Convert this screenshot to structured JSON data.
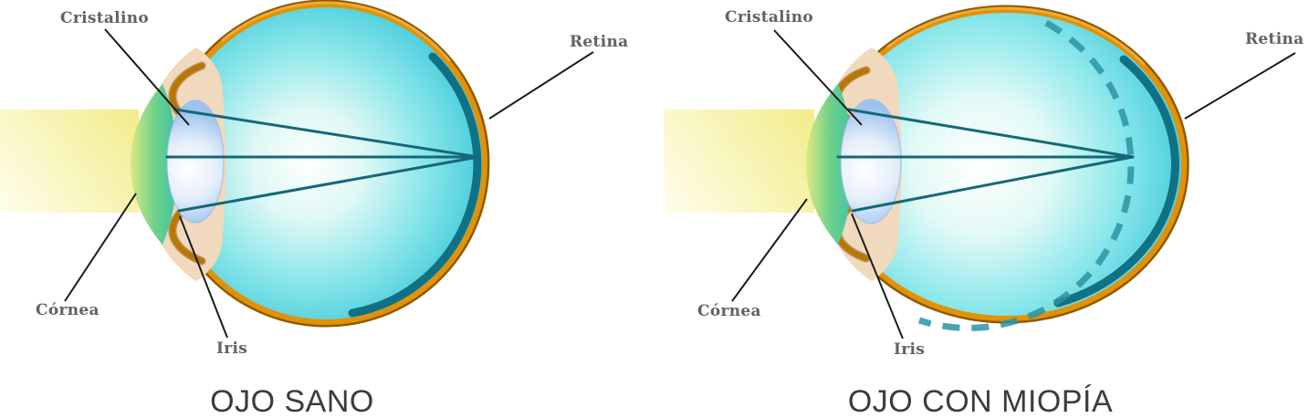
{
  "panels": {
    "healthy": {
      "caption": "OJO SANO",
      "labels": {
        "cristalino": "Cristalino",
        "retina": "Retina",
        "cornea": "Córnea",
        "iris": "Iris"
      }
    },
    "myopia": {
      "caption": "OJO CON MIOPÍA",
      "labels": {
        "cristalino": "Cristalino",
        "retina": "Retina",
        "cornea": "Córnea",
        "iris": "Iris"
      }
    }
  },
  "colors": {
    "background": "#FFFFFF",
    "sclera_rim_orange": "#E29108",
    "sclera_rim_dark": "#8F5B02",
    "sclera_rim_highlight": "#F6B84A",
    "eye_interior_edge": "#2EC3D8",
    "eye_interior_center": "#FEFFFE",
    "retina_lining": "#0D6B80",
    "normal_eye_dashed_outline": "#2B93A4",
    "light_beam_yellow": "#F1EC85",
    "light_ray_teal": "#156879",
    "cornea_green": "#6FD18C",
    "lens_blue": "#9DC3EE",
    "front_sclera_beige": "#F0D9BC",
    "iris_orange": "#B97603",
    "label_text": "#5F6267",
    "caption_text": "#3B3C3D",
    "leader_line": "#1B1B1B"
  }
}
